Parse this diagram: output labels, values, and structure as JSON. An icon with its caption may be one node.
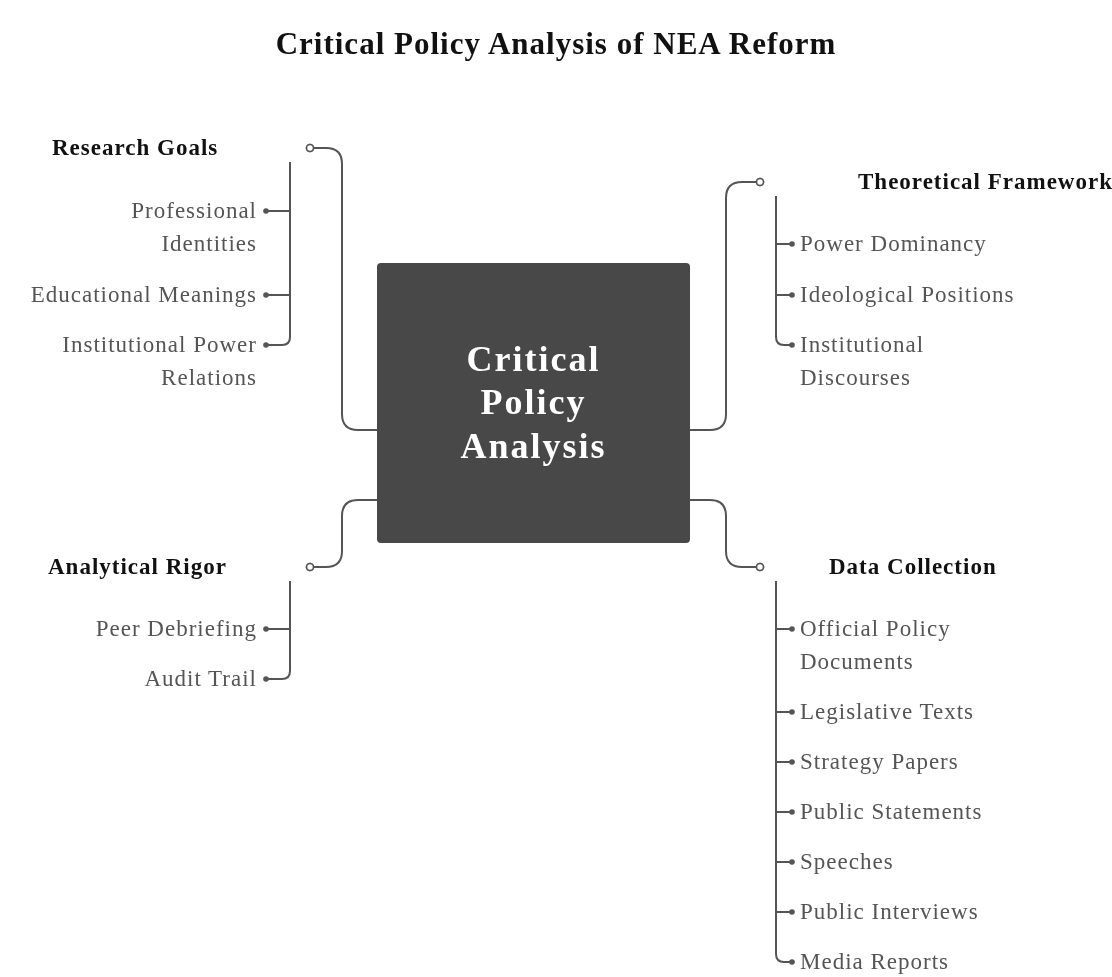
{
  "diagram": {
    "title": "Critical Policy Analysis of NEA Reform",
    "nodes": [
      {
        "text": [
          "Critical Policy Analysis"
        ]
      },
      {
        "text": [
          "Research Goals"
        ]
      },
      {
        "text": [
          "Professional Identities"
        ]
      },
      {
        "text": [
          "Educational Meanings"
        ]
      },
      {
        "text": [
          "Institutional Power Relations"
        ]
      },
      {
        "text": [
          "Theoretical Framework"
        ]
      },
      {
        "text": [
          "Power Dominancy"
        ]
      },
      {
        "text": [
          "Ideological Positions"
        ]
      },
      {
        "text": [
          "Institutional Discourses"
        ]
      },
      {
        "text": [
          "Analytical Rigor"
        ]
      },
      {
        "text": [
          "Peer Debriefing"
        ]
      },
      {
        "text": [
          "Audit Trail"
        ]
      },
      {
        "text": [
          "Data Collection"
        ]
      },
      {
        "text": [
          "Official Policy Documents"
        ]
      },
      {
        "text": [
          "Legislative Texts"
        ]
      },
      {
        "text": [
          "Strategy Papers"
        ]
      },
      {
        "text": [
          "Public Statements"
        ]
      },
      {
        "text": [
          "Speeches"
        ]
      },
      {
        "text": [
          "Public Interviews"
        ]
      },
      {
        "text": [
          "Media Reports"
        ]
      }
    ],
    "edges": [
      {
        "from": 0,
        "to": 1,
        "arrow": "other"
      },
      {
        "from": 1,
        "to": 2,
        "arrow": "other"
      },
      {
        "from": 1,
        "to": 3,
        "arrow": "other"
      },
      {
        "from": 1,
        "to": 4,
        "arrow": "other"
      },
      {
        "from": 0,
        "to": 5,
        "arrow": "other"
      },
      {
        "from": 5,
        "to": 6,
        "arrow": "other"
      },
      {
        "from": 5,
        "to": 7,
        "arrow": "other"
      },
      {
        "from": 5,
        "to": 8,
        "arrow": "other"
      },
      {
        "from": 0,
        "to": 9,
        "arrow": "other"
      },
      {
        "from": 9,
        "to": 10,
        "arrow": "other"
      },
      {
        "from": 9,
        "to": 11,
        "arrow": "other"
      },
      {
        "from": 0,
        "to": 12,
        "arrow": "other"
      },
      {
        "from": 12,
        "to": 13,
        "arrow": "other"
      },
      {
        "from": 12,
        "to": 14,
        "arrow": "other"
      },
      {
        "from": 12,
        "to": 15,
        "arrow": "other"
      },
      {
        "from": 12,
        "to": 16,
        "arrow": "other"
      },
      {
        "from": 12,
        "to": 17,
        "arrow": "other"
      },
      {
        "from": 12,
        "to": 18,
        "arrow": "other"
      },
      {
        "from": 12,
        "to": 19,
        "arrow": "other"
      }
    ]
  }
}
